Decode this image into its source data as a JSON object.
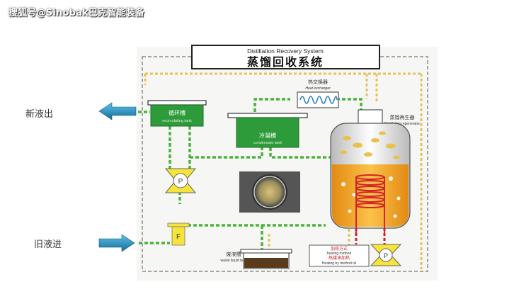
{
  "watermark": "搜狐号@Sinobak巴克智能装备",
  "side_labels": {
    "new_liquid_out": "新液出",
    "old_liquid_in": "旧液进"
  },
  "system": {
    "title_en": "Distillation Recovery System",
    "title_cn": "蒸馏回收系统"
  },
  "components": {
    "heat_exchanger": {
      "cn": "热交换器",
      "en": "Heat exchanger"
    },
    "circulating_tank": {
      "cn": "循环槽",
      "en": "recirculating tank"
    },
    "condensate_tank": {
      "cn": "冷凝槽",
      "en": "condensate tank"
    },
    "distillation_regenerator": {
      "cn": "蒸馏再生器",
      "en": "Distillation regenerator"
    },
    "pump_label": "P",
    "filter_label": "F",
    "waste_tank": {
      "cn": "废液槽",
      "en": "waste liquid tank"
    },
    "heating": {
      "cn": "加热方式",
      "en": "heating method",
      "cn2": "热媒油加热",
      "en2": "Heating by method oil"
    }
  },
  "colors": {
    "pipe": "#49b43a",
    "tank": "#2e9b3a",
    "heater": "#d4232a",
    "liquid": "#f0a51e",
    "pump": "#f7e43a",
    "arrow": "#1d8fbe"
  }
}
